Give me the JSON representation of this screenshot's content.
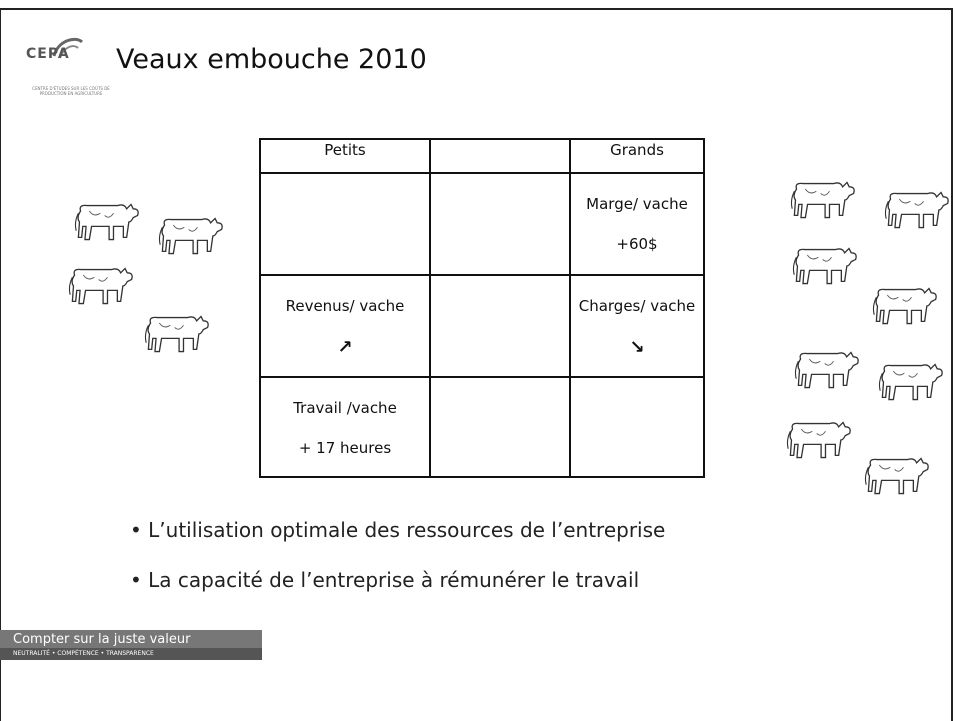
{
  "logo": {
    "text": "CEPA",
    "subtitle": "CENTRE D'ÉTUDES SUR LES COÛTS DE PRODUCTION EN AGRICULTURE"
  },
  "title": "Veaux embouche 2010",
  "table": {
    "header": [
      "Petits",
      "",
      "Grands"
    ],
    "row1": {
      "col3_l1": "Marge/ vache",
      "col3_l2": "+60$"
    },
    "row2": {
      "col1_l1": "Revenus/ vache",
      "col1_arrow": "up-right-arrow",
      "col3_l1": "Charges/ vache",
      "col3_arrow": "down-right-arrow"
    },
    "row3": {
      "col1_l1": "Travail /vache",
      "col1_l2": "+ 17 heures"
    }
  },
  "bullets": [
    "L’utilisation optimale des ressources de l’entreprise",
    "La capacité de l’entreprise à rémunérer le travail"
  ],
  "footer": {
    "line1": "Compter sur la juste valeur",
    "line2": "NEUTRALITÉ • COMPÉTENCE • TRANSPARENCE"
  },
  "cows": {
    "left_count": 4,
    "right_count": 8,
    "icon": "cow-icon"
  }
}
